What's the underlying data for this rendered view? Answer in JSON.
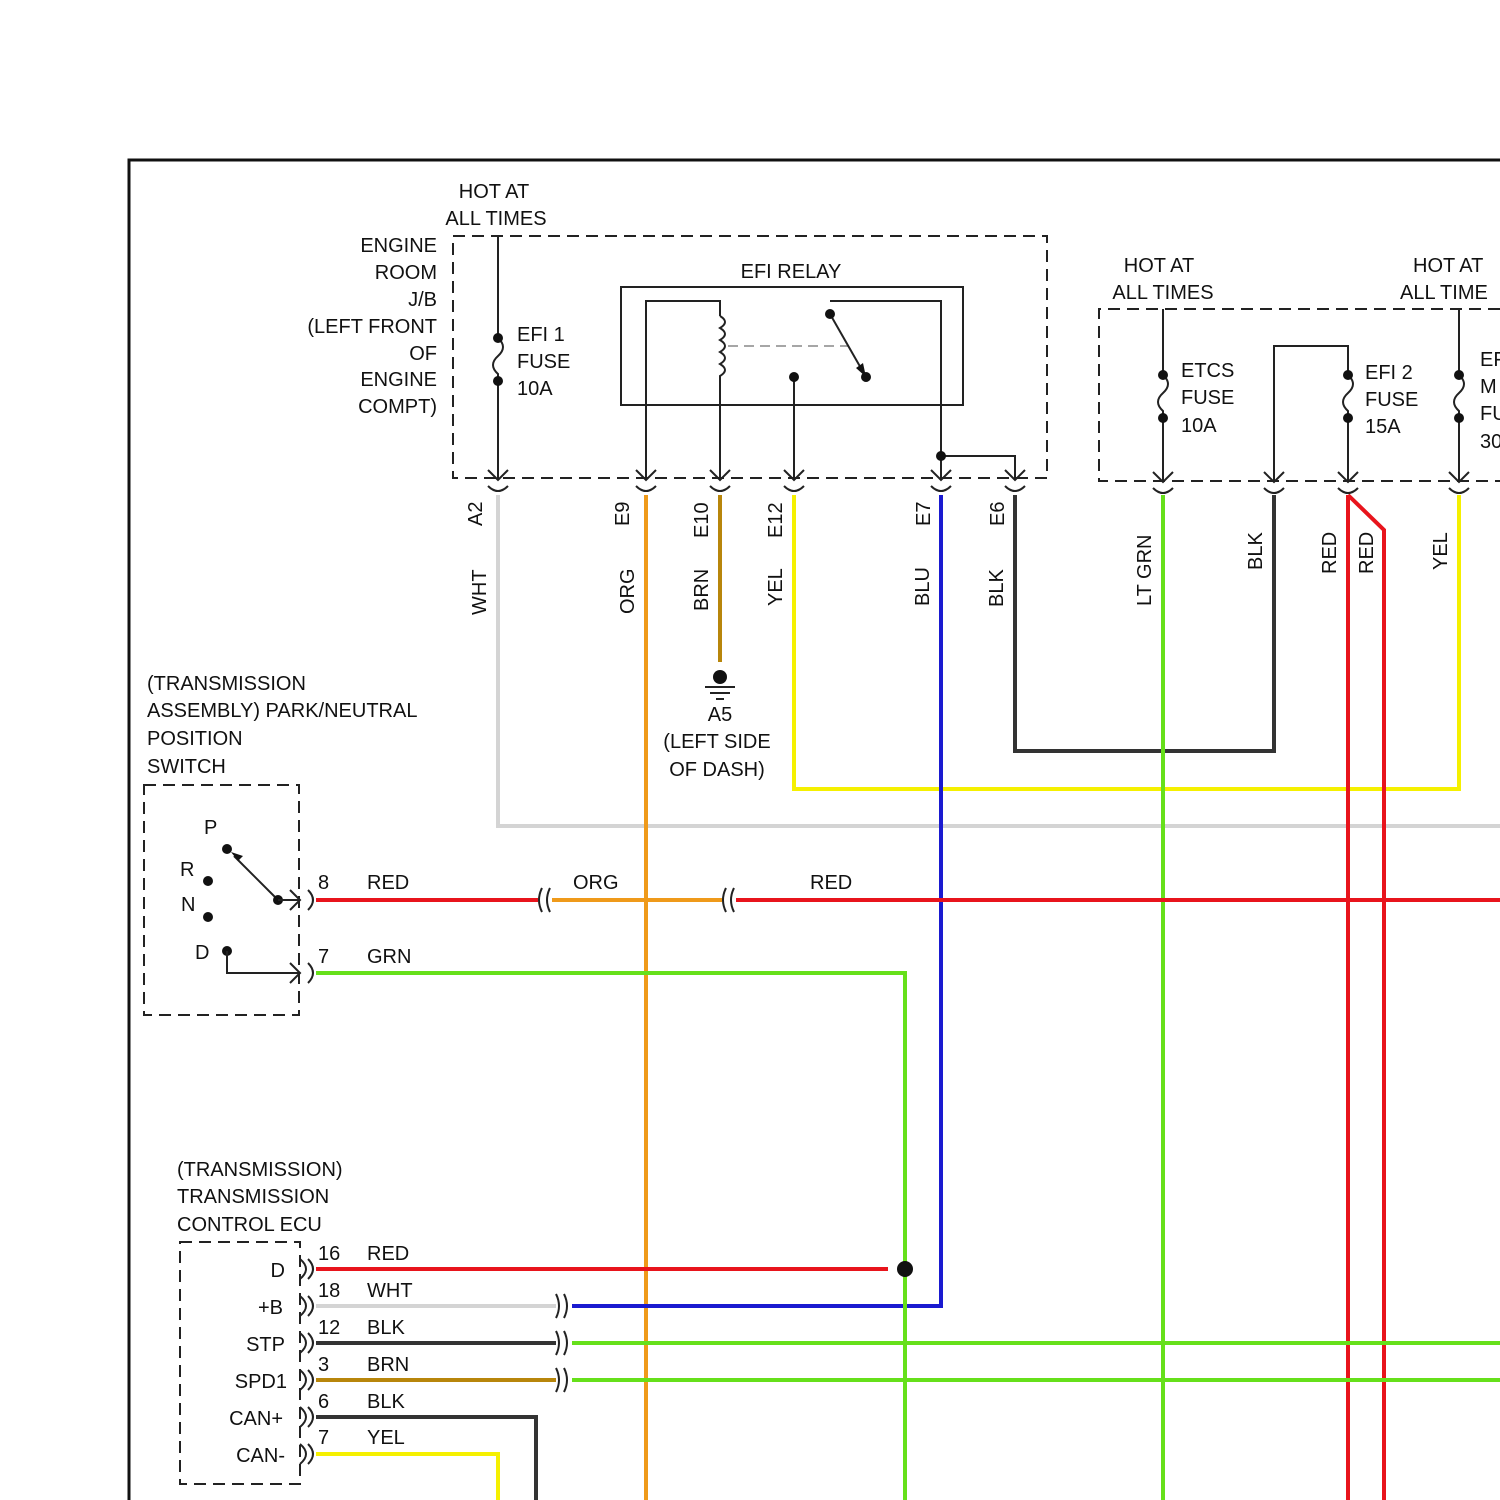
{
  "labels": {
    "hot_at_all_times_1": [
      "HOT AT",
      "ALL TIMES"
    ],
    "hot_at_all_times_2": [
      "HOT AT",
      "ALL TIMES"
    ],
    "hot_at_all_times_3": [
      "HOT AT",
      "ALL TIME"
    ],
    "engine_room_jb": [
      "ENGINE",
      "ROOM",
      "J/B",
      "(LEFT FRONT",
      "OF",
      "ENGINE",
      "COMPT)"
    ],
    "efi_relay": "EFI RELAY",
    "efi1_fuse": [
      "EFI 1",
      "FUSE",
      "10A"
    ],
    "etcs_fuse": [
      "ETCS",
      "FUSE",
      "10A"
    ],
    "efi2_fuse": [
      "EFI 2",
      "FUSE",
      "15A"
    ],
    "efi_main_fuse_partial": [
      "EF",
      "M",
      "FU",
      "30"
    ],
    "ground": [
      "A5",
      "(LEFT SIDE",
      "OF DASH)"
    ],
    "pn_switch": [
      "(TRANSMISSION",
      "ASSEMBLY) PARK/NEUTRAL",
      "POSITION",
      "SWITCH"
    ],
    "tcm": [
      "(TRANSMISSION)",
      "TRANSMISSION",
      "CONTROL ECU"
    ]
  },
  "relay_pins": [
    "A2",
    "E9",
    "E10",
    "E12",
    "E7",
    "E6"
  ],
  "wire_colors_vertical": [
    "WHT",
    "ORG",
    "BRN",
    "YEL",
    "BLU",
    "BLK",
    "LT GRN",
    "BLK",
    "RED",
    "RED",
    "YEL"
  ],
  "switch_positions": [
    "P",
    "R",
    "N",
    "D"
  ],
  "switch_pins": [
    {
      "pin": "8",
      "color": "RED"
    },
    {
      "pin": "7",
      "color": "GRN"
    }
  ],
  "inline_colors": [
    "ORG",
    "RED"
  ],
  "tcm_pins": [
    {
      "name": "D",
      "pin": "16",
      "color": "RED"
    },
    {
      "name": "+B",
      "pin": "18",
      "color": "WHT"
    },
    {
      "name": "STP",
      "pin": "12",
      "color": "BLK"
    },
    {
      "name": "SPD1",
      "pin": "3",
      "color": "BRN"
    },
    {
      "name": "CAN+",
      "pin": "6",
      "color": "BLK"
    },
    {
      "name": "CAN-",
      "pin": "7",
      "color": "YEL"
    }
  ],
  "colors": {
    "RED": "#e8141c",
    "ORG": "#ef9a1a",
    "BRN": "#b8860b",
    "YEL": "#f5f000",
    "BLU": "#1a1ad0",
    "BLK": "#333333",
    "WHT": "#d4d4d4",
    "GRN": "#66e01a"
  }
}
